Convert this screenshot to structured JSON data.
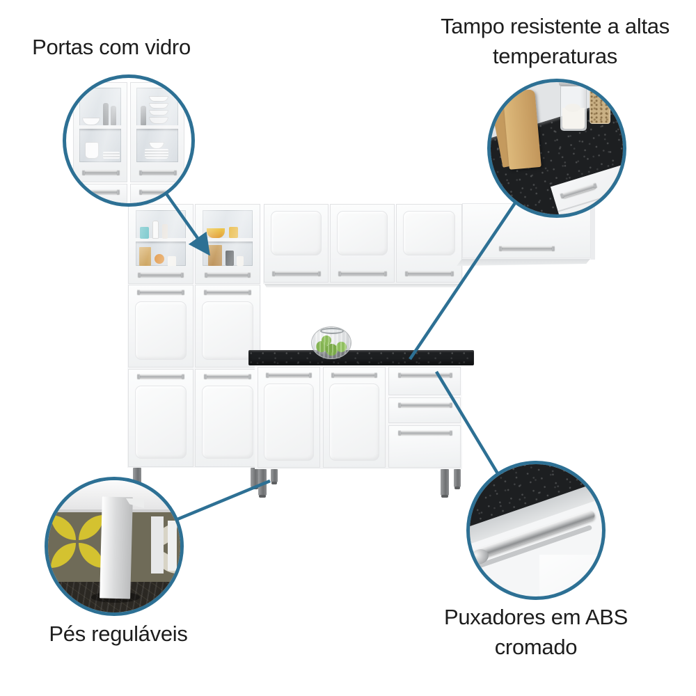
{
  "page": {
    "type": "product-feature-callout-image",
    "background": "#ffffff"
  },
  "colors": {
    "accent_blue": "#2d7094",
    "label_text": "#1d1d1d",
    "countertop_black": "#1d1f21",
    "cabinet_white": "#f5f6f7",
    "leg_gray": "#77797b",
    "apple_green": "#84b84d",
    "wallpaper_olive": "#6f6b58",
    "wallpaper_yellow": "#d4c230",
    "wood_board_tan": "#cda467"
  },
  "callouts": {
    "portas_com_vidro": {
      "label": "Portas com vidro",
      "position": "top-left"
    },
    "tampo_resistente": {
      "line1": "Tampo resistente a altas",
      "line2": "temperaturas",
      "position": "top-right"
    },
    "pes_regulaveis": {
      "label": "Pés reguláveis",
      "position": "bottom-left"
    },
    "puxadores_abs": {
      "line1": "Puxadores em ABS",
      "line2": "cromado",
      "position": "bottom-right"
    }
  }
}
